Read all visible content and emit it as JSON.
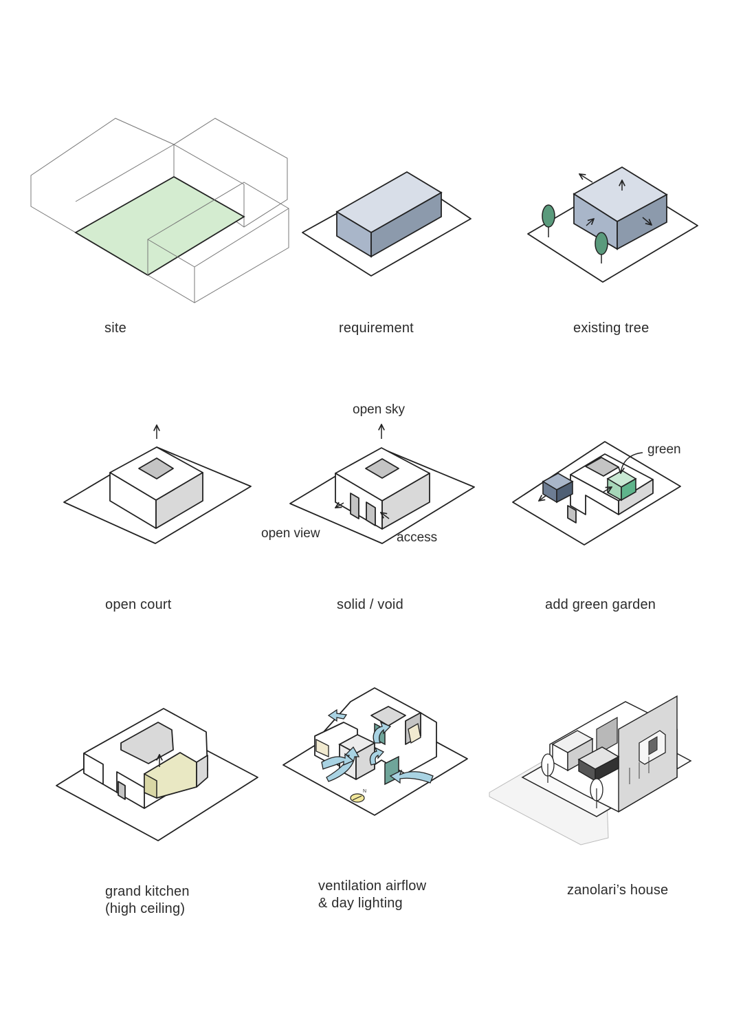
{
  "diagrams": [
    {
      "caption": "site"
    },
    {
      "caption": "requirement"
    },
    {
      "caption": "existing tree"
    },
    {
      "caption": "open court"
    },
    {
      "caption": "solid / void",
      "notes": {
        "top": "open sky",
        "left": "open view",
        "right": "access"
      }
    },
    {
      "caption": "add green garden",
      "notes": {
        "label": "green"
      }
    },
    {
      "caption_line1": "grand kitchen",
      "caption_line2": "(high ceiling)"
    },
    {
      "caption_line1": "ventilation airflow",
      "caption_line2": "& day lighting",
      "compass": "N"
    },
    {
      "caption": "zanolari’s house"
    }
  ],
  "colors": {
    "site_green": "#d4ecd0",
    "block_top": "#d8dee8",
    "block_left": "#a9b6c9",
    "block_right": "#8c9aac",
    "tree": "#5a9a7c",
    "kitchen": "#e9e8c3",
    "airflow": "#a9d3e3",
    "compass": "#f1e79b"
  }
}
